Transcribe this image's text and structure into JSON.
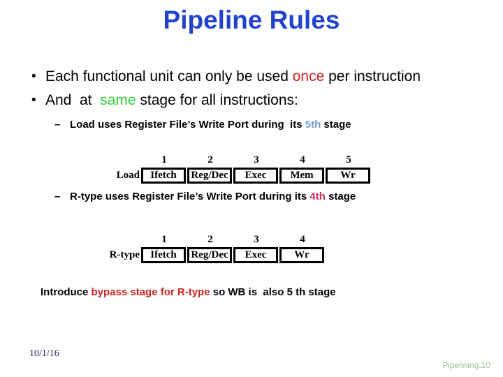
{
  "title": {
    "text": "Pipeline Rules",
    "color": "#2244CC"
  },
  "colors": {
    "title_blue": "#2244CC",
    "emphasis_red": "#CC2222",
    "emphasis_green": "#33CC33",
    "stage5_blue": "#7799CC",
    "stage4_crimson": "#CC3355",
    "footer_navy": "#232363",
    "footer_green": "#9DBF9D"
  },
  "bullets": [
    {
      "glyph": "•",
      "segments": [
        {
          "text": "Each functional unit can only be used ",
          "color": "#000000"
        },
        {
          "text": "once",
          "color": "#CC2222"
        },
        {
          "text": " per instruction",
          "color": "#000000"
        }
      ]
    },
    {
      "glyph": "•",
      "segments": [
        {
          "text": "And  at  ",
          "color": "#000000"
        },
        {
          "text": "same",
          "color": "#33CC33"
        },
        {
          "text": " stage for all instructions:",
          "color": "#000000"
        }
      ]
    }
  ],
  "sub_bullets": [
    {
      "dash": "–",
      "segments": [
        {
          "text": "Load uses Register File’s Write Port during  its ",
          "color": "#000000"
        },
        {
          "text": "5th",
          "color": "#7799CC"
        },
        {
          "text": " stage",
          "color": "#000000"
        }
      ]
    },
    {
      "dash": "–",
      "segments": [
        {
          "text": "R-type uses Register File’s Write Port during its ",
          "color": "#000000"
        },
        {
          "text": "4th",
          "color": "#CC3355"
        },
        {
          "text": " stage",
          "color": "#000000"
        }
      ]
    }
  ],
  "tables": [
    {
      "label": "Load",
      "columns": [
        {
          "num": "1",
          "cell": "Ifetch"
        },
        {
          "num": "2",
          "cell": "Reg/Dec"
        },
        {
          "num": "3",
          "cell": "Exec"
        },
        {
          "num": "4",
          "cell": "Mem"
        },
        {
          "num": "5",
          "cell": "Wr"
        }
      ]
    },
    {
      "label": "R-type",
      "columns": [
        {
          "num": "1",
          "cell": "Ifetch"
        },
        {
          "num": "2",
          "cell": "Reg/Dec"
        },
        {
          "num": "3",
          "cell": "Exec"
        },
        {
          "num": "4",
          "cell": "Wr"
        }
      ]
    }
  ],
  "note": {
    "segments": [
      {
        "text": "Introduce ",
        "color": "#000000"
      },
      {
        "text": "bypass stage for R-type",
        "color": "#CC2222"
      },
      {
        "text": " so WB is  also 5 th stage",
        "color": "#000000"
      }
    ]
  },
  "footer": {
    "date": "10/1/16",
    "page_label": "Pipelining.10"
  }
}
